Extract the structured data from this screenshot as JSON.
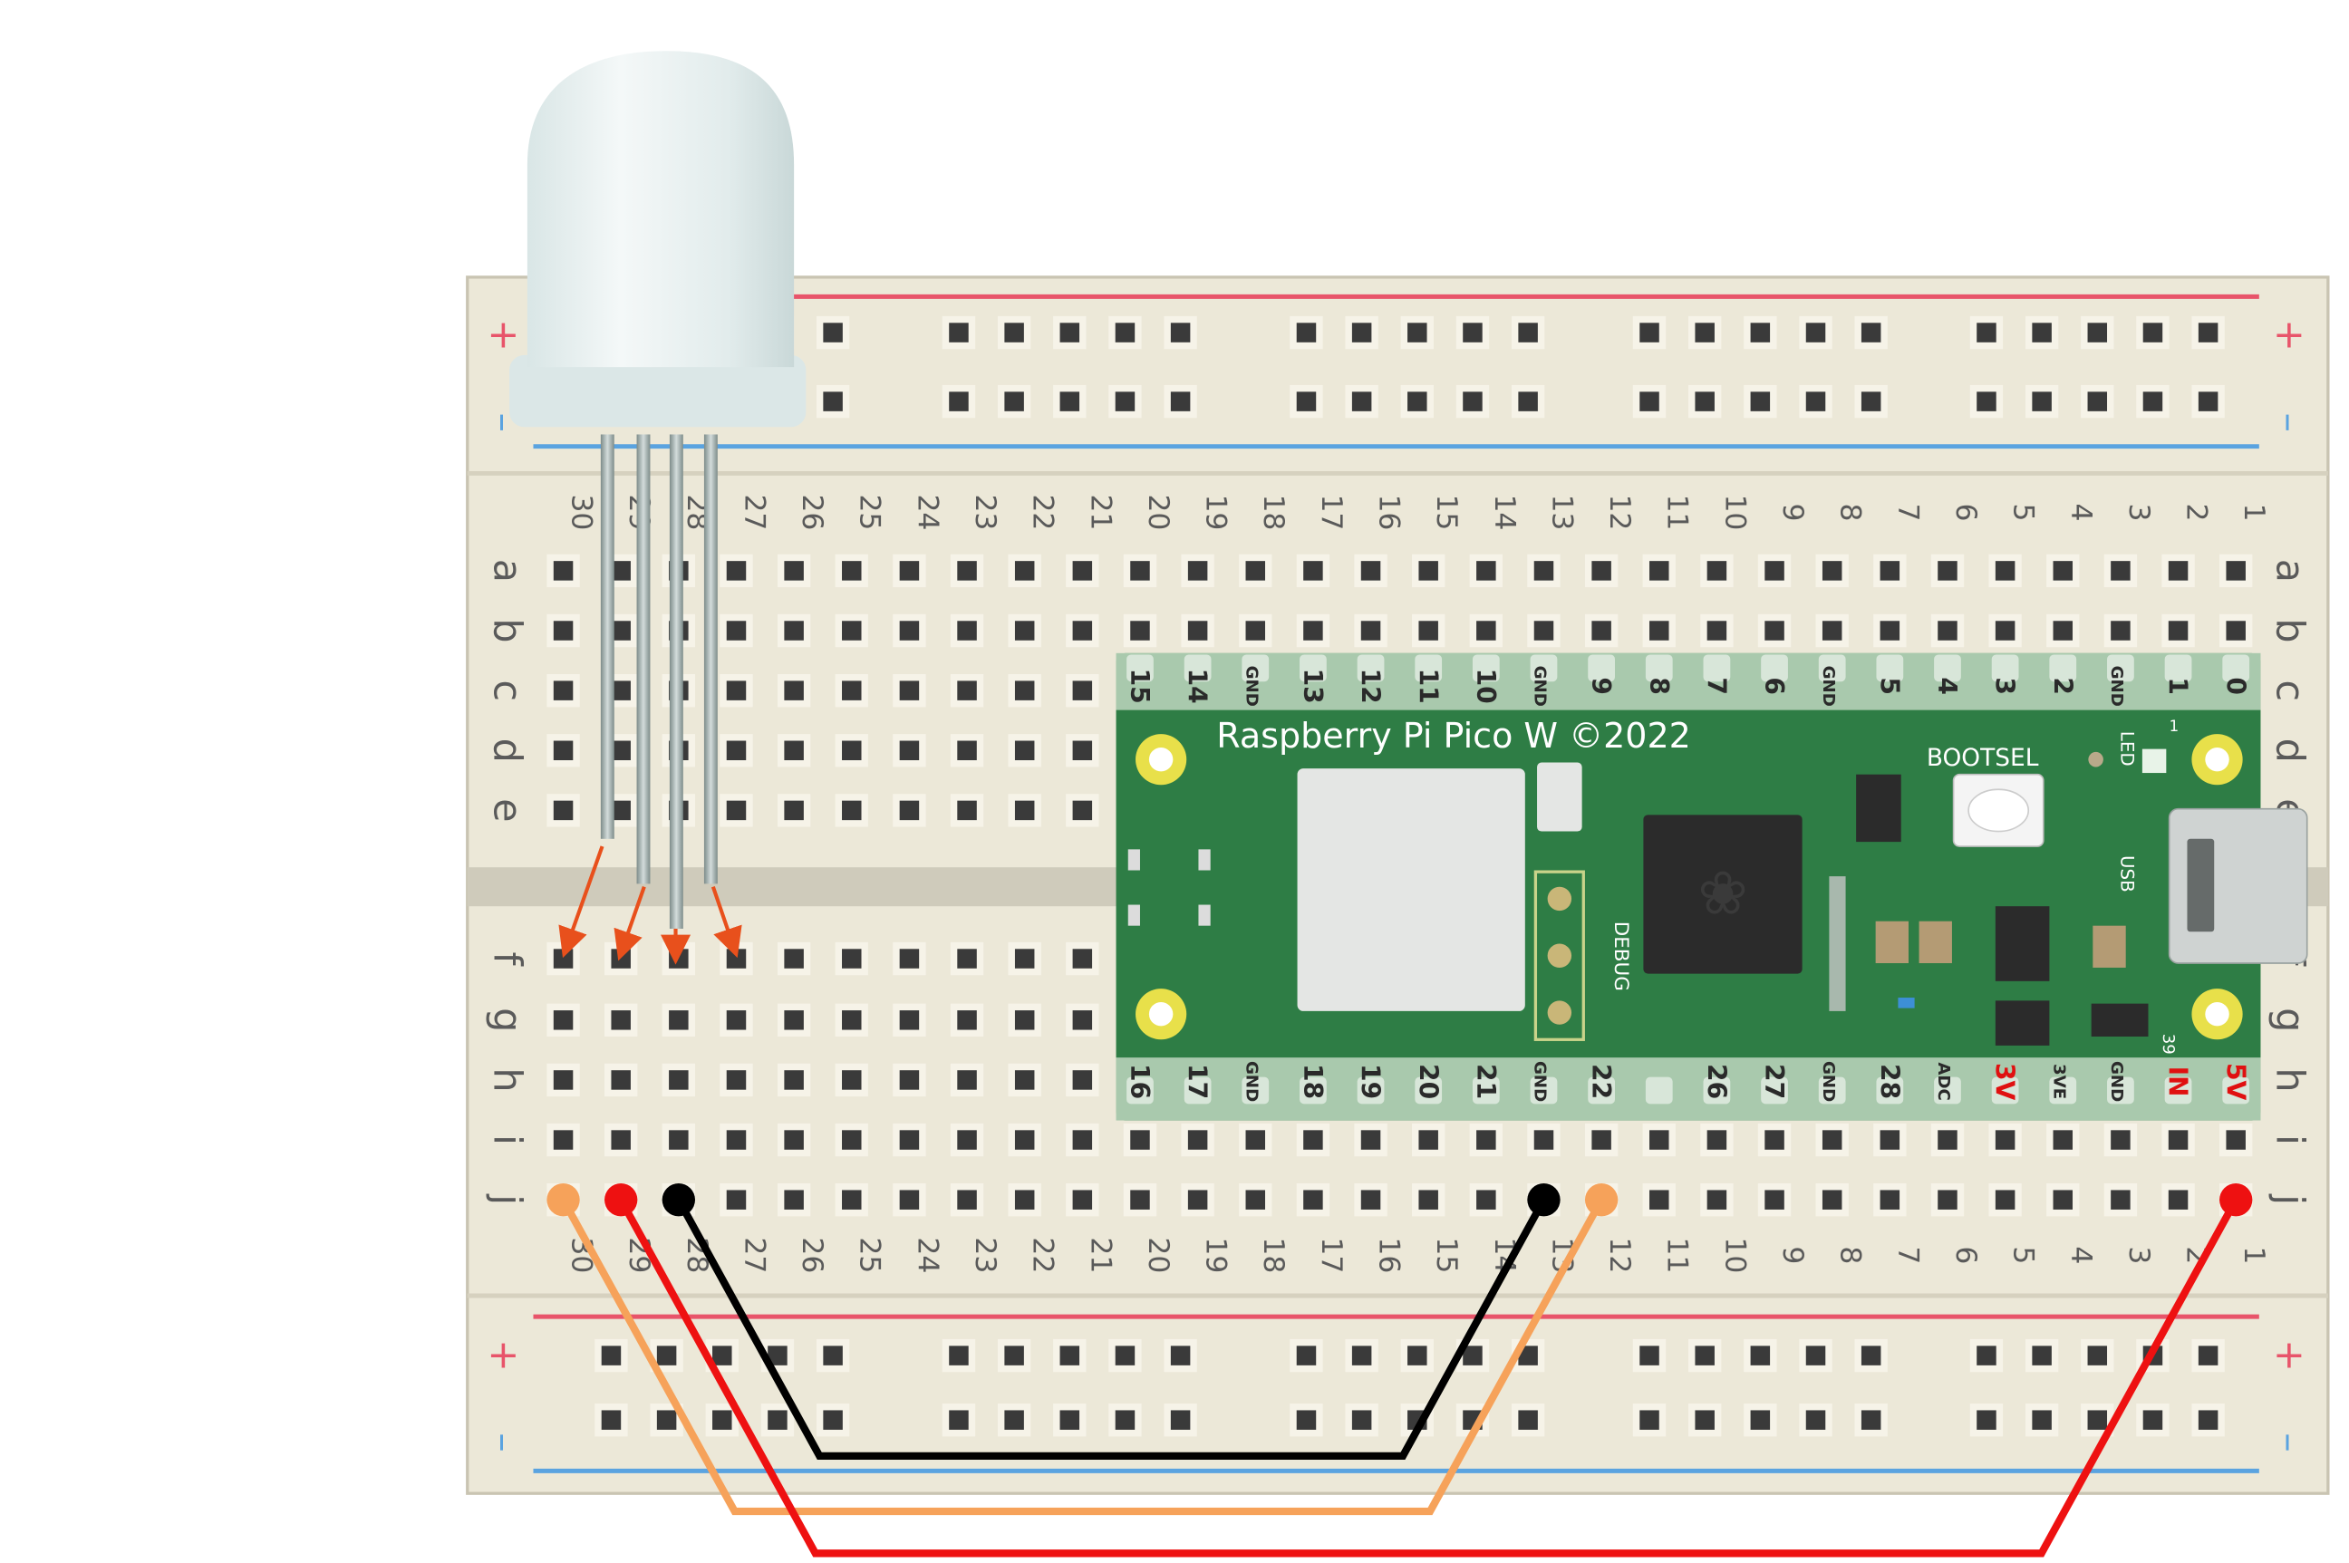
{
  "breadboard": {
    "rail_plus_symbol": "+",
    "rail_minus_symbol": "–",
    "column_numbers": [
      "30",
      "29",
      "28",
      "27",
      "26",
      "25",
      "24",
      "23",
      "22",
      "21",
      "20",
      "19",
      "18",
      "17",
      "16",
      "15",
      "14",
      "13",
      "12",
      "11",
      "10",
      "9",
      "8",
      "7",
      "6",
      "5",
      "4",
      "3",
      "2",
      "1"
    ],
    "top_rows": [
      "a",
      "b",
      "c",
      "d",
      "e"
    ],
    "bottom_rows": [
      "f",
      "g",
      "h",
      "i",
      "j"
    ],
    "colors": {
      "board": "#ece8d8",
      "hole": "#3a3a3a",
      "plus_line": "#e8546a",
      "minus_line": "#5aa3e0"
    }
  },
  "pico": {
    "title": "Raspberry Pi Pico W ©2022",
    "bootsel_label": "BOOTSEL",
    "led_label": "LED",
    "usb_label": "USB",
    "debug_label": "DEBUG",
    "top_pins": [
      "15",
      "14",
      "GND",
      "13",
      "12",
      "11",
      "10",
      "GND",
      "9",
      "8",
      "7",
      "6",
      "GND",
      "5",
      "4",
      "3",
      "2",
      "GND",
      "1",
      "0"
    ],
    "bottom_pins": [
      "16",
      "17",
      "GND",
      "18",
      "19",
      "20",
      "21",
      "GND",
      "22",
      "",
      "26",
      "27",
      "GND",
      "28",
      "ADC",
      "3V",
      "3VE",
      "GND",
      "IN",
      "5V"
    ],
    "red_pins": [
      "3V",
      "IN",
      "5V"
    ],
    "corner_top": "1",
    "corner_bottom": "39",
    "colors": {
      "board": "#2e7d45",
      "header": "#a9c9ad",
      "pad": "#e8e04a"
    }
  },
  "led": {
    "type": "diffused RGB LED",
    "legs": 4
  },
  "wires": [
    {
      "color": "#000000",
      "from": "j28",
      "to": "j13"
    },
    {
      "color": "#f6a25a",
      "from": "j30",
      "to": "j12"
    },
    {
      "color": "#ee1111",
      "from": "j29",
      "to": "j1"
    }
  ]
}
